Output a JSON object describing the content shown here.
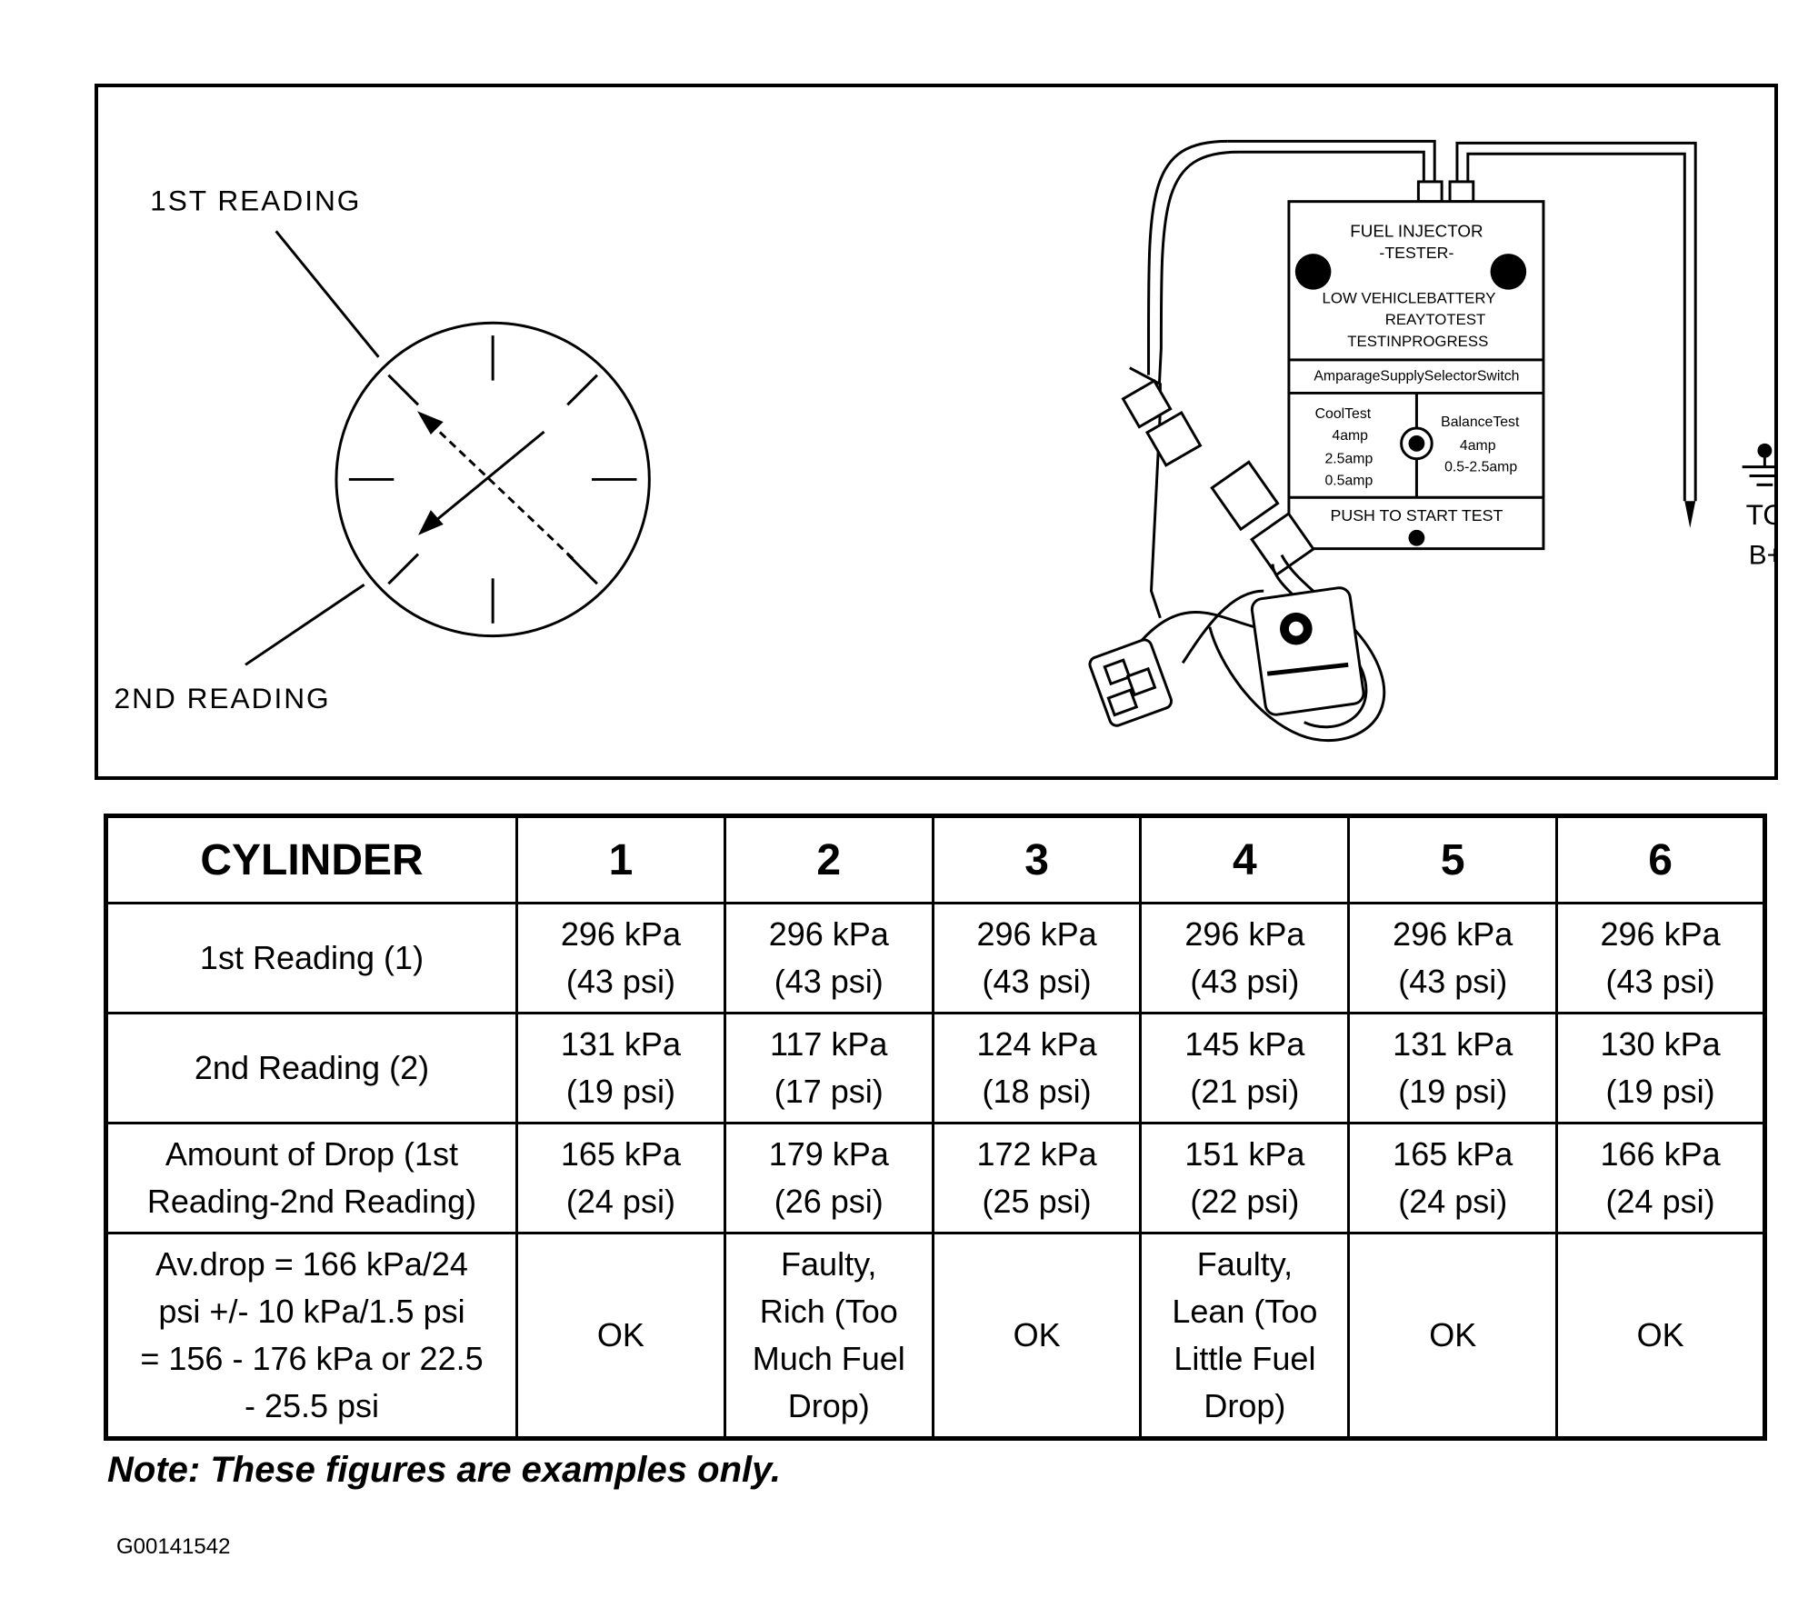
{
  "diagram": {
    "label_first": "1ST READING",
    "label_second": "2ND READING",
    "tester": {
      "title_line1": "FUEL INJECTOR",
      "title_line2": "-TESTER-",
      "status_line1": "LOW VEHICLEBATTERY",
      "status_line2": "REAYTOTEST",
      "status_line3": "TESTINPROGRESS",
      "selector_label": "AmparageSupplySelectorSwitch",
      "cool_test": [
        "CoolTest",
        "4amp",
        "2.5amp",
        "0.5amp"
      ],
      "balance_test": [
        "BalanceTest",
        "4amp",
        "0.5-2.5amp"
      ],
      "push_label": "PUSH TO START TEST"
    },
    "ground_label_line1": "TO",
    "ground_label_line2": "B+"
  },
  "table": {
    "header": [
      "CYLINDER",
      "1",
      "2",
      "3",
      "4",
      "5",
      "6"
    ],
    "rows": [
      {
        "label": [
          "1st Reading (1)"
        ],
        "cells": [
          [
            "296 kPa",
            "(43 psi)"
          ],
          [
            "296 kPa",
            "(43 psi)"
          ],
          [
            "296 kPa",
            "(43 psi)"
          ],
          [
            "296 kPa",
            "(43 psi)"
          ],
          [
            "296 kPa",
            "(43 psi)"
          ],
          [
            "296 kPa",
            "(43 psi)"
          ]
        ]
      },
      {
        "label": [
          "2nd Reading (2)"
        ],
        "cells": [
          [
            "131 kPa",
            "(19 psi)"
          ],
          [
            "117 kPa",
            "(17 psi)"
          ],
          [
            "124 kPa",
            "(18 psi)"
          ],
          [
            "145 kPa",
            "(21 psi)"
          ],
          [
            "131 kPa",
            "(19 psi)"
          ],
          [
            "130 kPa",
            "(19 psi)"
          ]
        ]
      },
      {
        "label": [
          "Amount of Drop (1st",
          "Reading-2nd Reading)"
        ],
        "cells": [
          [
            "165 kPa",
            "(24 psi)"
          ],
          [
            "179 kPa",
            "(26 psi)"
          ],
          [
            "172 kPa",
            "(25 psi)"
          ],
          [
            "151 kPa",
            "(22 psi)"
          ],
          [
            "165 kPa",
            "(24 psi)"
          ],
          [
            "166 kPa",
            "(24 psi)"
          ]
        ]
      },
      {
        "label": [
          "Av.drop = 166 kPa/24",
          "psi +/- 10 kPa/1.5 psi",
          "= 156 - 176 kPa or 22.5",
          "- 25.5 psi"
        ],
        "cells": [
          [
            "OK"
          ],
          [
            "Faulty,",
            "Rich (Too",
            "Much Fuel",
            "Drop)"
          ],
          [
            "OK"
          ],
          [
            "Faulty,",
            "Lean (Too",
            "Little Fuel",
            "Drop)"
          ],
          [
            "OK"
          ],
          [
            "OK"
          ]
        ]
      }
    ]
  },
  "note": "Note:  These figures are examples only.",
  "figure_id": "G00141542"
}
